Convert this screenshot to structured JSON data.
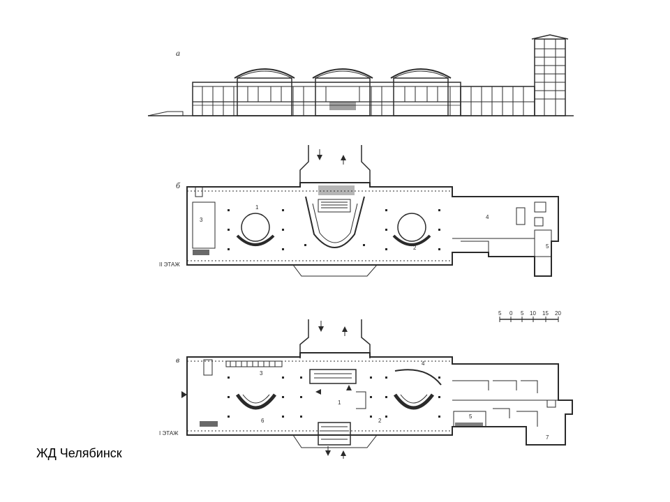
{
  "caption": "ЖД Челябинск",
  "section_a": {
    "label": "а"
  },
  "plan_b": {
    "label": "б",
    "floor_label": "II ЭТАЖ",
    "rooms": [
      "1",
      "2",
      "3",
      "4",
      "5"
    ]
  },
  "plan_v": {
    "label": "в",
    "floor_label": "I ЭТАЖ",
    "rooms": [
      "1",
      "2",
      "3",
      "4",
      "5",
      "6",
      "7"
    ]
  },
  "scale_bar": {
    "ticks": [
      "5",
      "0",
      "5",
      "10",
      "15",
      "20"
    ]
  }
}
